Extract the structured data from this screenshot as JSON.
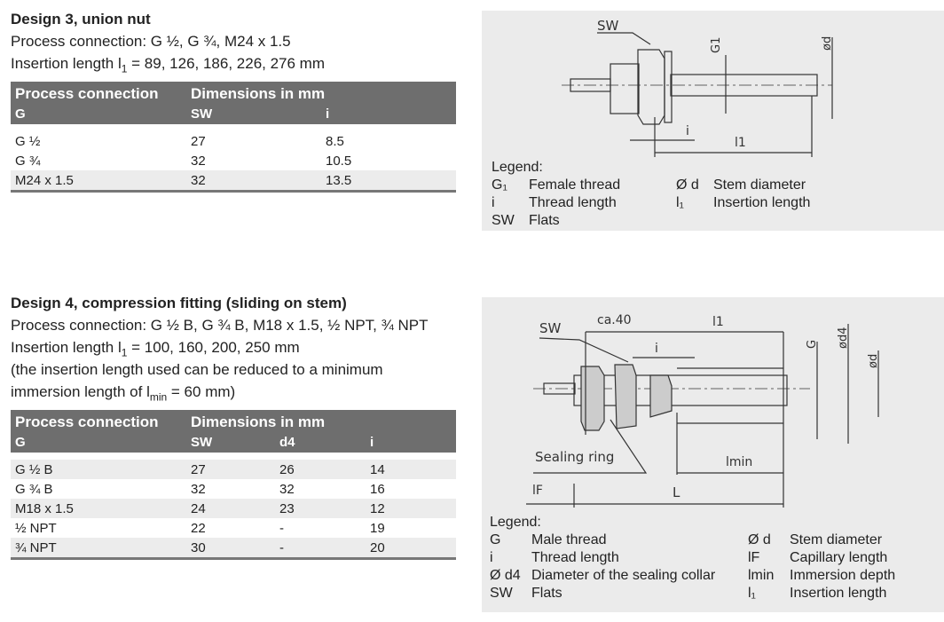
{
  "design3": {
    "title": "Design 3, union nut",
    "process_connection": "Process connection: G ½, G ¾, M24 x 1.5",
    "insertion_prefix": "Insertion length l",
    "insertion_sub": "1",
    "insertion_suffix": " = 89, 126, 186, 226, 276 mm",
    "table": {
      "h1": "Process connection",
      "h2": "Dimensions in mm",
      "cols": [
        "G",
        "SW",
        "i"
      ],
      "rows": [
        [
          "G ½",
          "27",
          "8.5"
        ],
        [
          "G ¾",
          "32",
          "10.5"
        ],
        [
          "M24 x 1.5",
          "32",
          "13.5"
        ]
      ]
    },
    "diagram": {
      "sw": "SW",
      "g1": "G1",
      "d": "ød",
      "i": "i",
      "l1": "l1"
    },
    "legend": {
      "title": "Legend:",
      "items": [
        [
          "G₁",
          "Female thread"
        ],
        [
          "i",
          "Thread length"
        ],
        [
          "SW",
          "Flats"
        ],
        [
          "Ø d",
          "Stem diameter"
        ],
        [
          "l₁",
          "Insertion length"
        ]
      ]
    }
  },
  "design4": {
    "title": "Design 4, compression fitting (sliding on stem)",
    "process_connection": "Process connection: G ½ B, G ¾ B, M18 x 1.5, ½ NPT, ¾ NPT",
    "insertion_prefix": "Insertion length l",
    "insertion_sub": "1",
    "insertion_suffix": " = 100, 160, 200, 250 mm",
    "note1": "(the insertion length used can be reduced to a minimum",
    "note2_prefix": "immersion length of l",
    "note2_sub": "min",
    "note2_suffix": " = 60 mm)",
    "table": {
      "h1": "Process connection",
      "h2": "Dimensions in mm",
      "cols": [
        "G",
        "SW",
        "d4",
        "i"
      ],
      "rows": [
        [
          "G ½ B",
          "27",
          "26",
          "14"
        ],
        [
          "G ¾ B",
          "32",
          "32",
          "16"
        ],
        [
          "M18 x 1.5",
          "24",
          "23",
          "12"
        ],
        [
          "½ NPT",
          "22",
          "-",
          "19"
        ],
        [
          "¾ NPT",
          "30",
          "-",
          "20"
        ]
      ]
    },
    "diagram": {
      "sw": "SW",
      "ca40": "ca.40",
      "l1": "l1",
      "i": "i",
      "g": "G",
      "d4": "ød4",
      "d": "ød",
      "sealing": "Sealing ring",
      "lmin": "lmin",
      "lf": "lF",
      "L": "L"
    },
    "legend": {
      "title": "Legend:",
      "items": [
        [
          "G",
          "Male thread"
        ],
        [
          "i",
          "Thread length"
        ],
        [
          "Ø d4",
          "Diameter of the sealing collar"
        ],
        [
          "SW",
          "Flats"
        ],
        [
          "Ø d",
          "Stem diameter"
        ],
        [
          "lF",
          "Capillary length"
        ],
        [
          "lmin",
          "Immersion depth"
        ],
        [
          "l₁",
          "Insertion length"
        ]
      ]
    }
  }
}
